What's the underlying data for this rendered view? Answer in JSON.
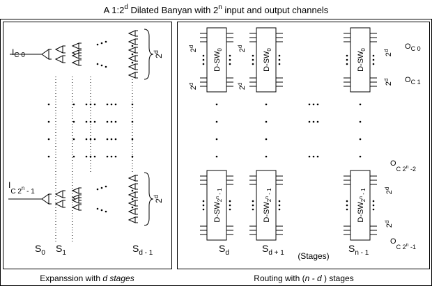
{
  "title": {
    "main": "A 1:2",
    "sup_d": "d",
    "mid": " Dilated  Banyan  with  2",
    "sup_n": "n",
    "tail": "  input and output channels"
  },
  "left_panel": {
    "caption_pre": "Expanssion with ",
    "caption_italic": "d  stages",
    "input_top": {
      "base": "I",
      "sub": "C 0"
    },
    "input_bottom": {
      "base": "I",
      "sub": "C 2",
      "sub_sup": "n",
      "sub_tail": " - 1"
    },
    "brace_label": {
      "base": "2",
      "sup": "d"
    },
    "stage_labels": [
      {
        "base": "S",
        "sub": "0"
      },
      {
        "base": "S",
        "sub": "1"
      },
      {
        "base": "S",
        "sub": "d - 1"
      }
    ]
  },
  "right_panel": {
    "caption_pre": "Routing with  (",
    "caption_italic": "n - d",
    "caption_post": " )  stages",
    "switch_top_label": {
      "base": "D-SW",
      "sub": "0"
    },
    "switch_bottom_label": {
      "base": "D-SW",
      "sub": "2",
      "sub_sup": "n",
      "sub_tail": " - 1"
    },
    "port_group_label": {
      "base": "2",
      "sup": "d"
    },
    "outputs": [
      {
        "base": "O",
        "sub": "C 0"
      },
      {
        "base": "O",
        "sub": "C 1"
      },
      {
        "base": "O",
        "sub": "C 2",
        "sub_sup": "n",
        "sub_tail": " -2"
      },
      {
        "base": "O",
        "sub": "C 2",
        "sub_sup": "n",
        "sub_tail": " -1"
      }
    ],
    "stage_labels": [
      {
        "base": "S",
        "sub": "d"
      },
      {
        "base": "S",
        "sub": "d + 1"
      },
      {
        "base": "S",
        "sub": "n - 1"
      }
    ],
    "stages_note": "(Stages)"
  }
}
